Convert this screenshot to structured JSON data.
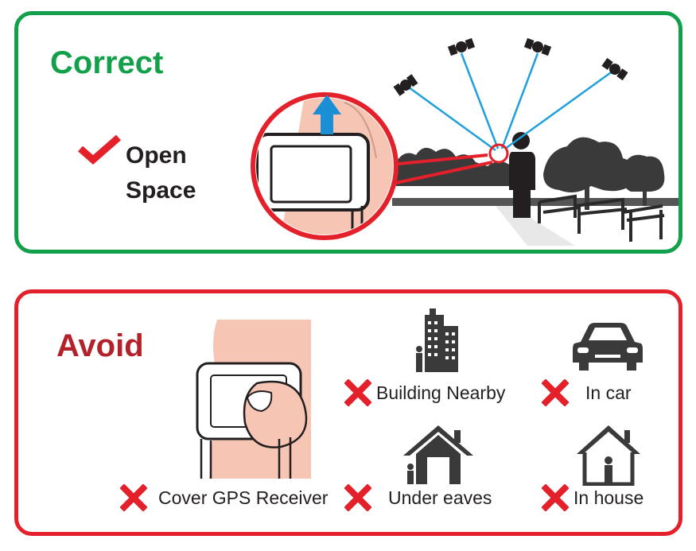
{
  "correct": {
    "heading": "Correct",
    "line1": "Open",
    "line2": "Space"
  },
  "avoid": {
    "heading": "Avoid",
    "items": [
      {
        "label": "Building Nearby",
        "icon": "building-icon"
      },
      {
        "label": "In car",
        "icon": "car-icon"
      },
      {
        "label": "Cover GPS Receiver",
        "icon": "finger-on-watch-icon"
      },
      {
        "label": "Under eaves",
        "icon": "house-eaves-icon"
      },
      {
        "label": "In house",
        "icon": "house-icon"
      }
    ]
  },
  "colors": {
    "correct_green": "#13a04a",
    "avoid_red": "#e4202a",
    "avoid_heading": "#b3222b",
    "signal_blue": "#1ea0dc",
    "arrow_blue": "#1a8fd6",
    "skin": "#f7c5b3",
    "dark": "#231f20"
  }
}
